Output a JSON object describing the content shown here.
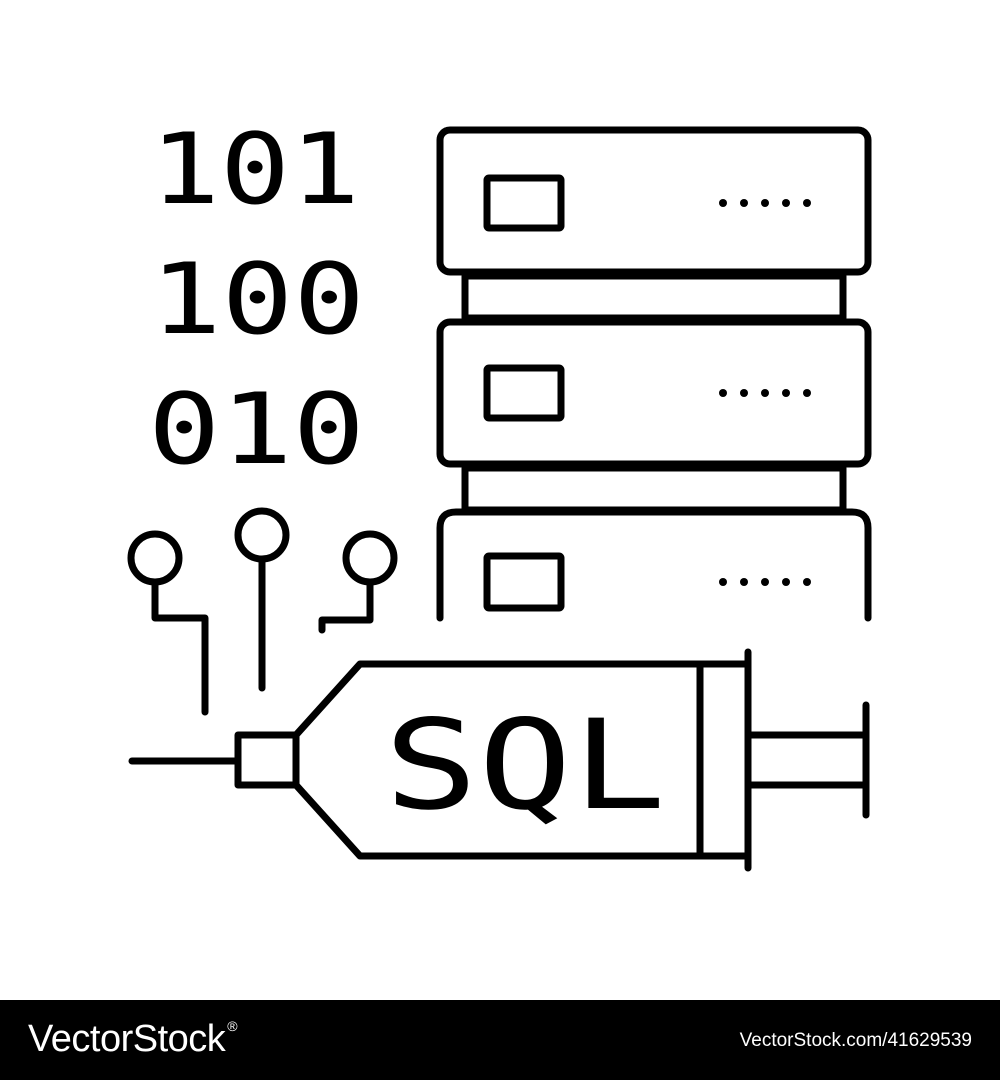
{
  "illustration": {
    "binary_rows": [
      "101",
      "100",
      "010"
    ],
    "syringe_label": "SQL",
    "stroke_color": "#000000",
    "background_color": "#ffffff",
    "icons": [
      "server-stack-icon",
      "syringe-icon",
      "circuit-nodes-icon",
      "binary-digits-icon"
    ]
  },
  "footer": {
    "brand_name": "VectorStock",
    "brand_mark": "®",
    "image_reference": "VectorStock.com/41629539",
    "background_color": "#000000",
    "text_color": "#ffffff"
  }
}
